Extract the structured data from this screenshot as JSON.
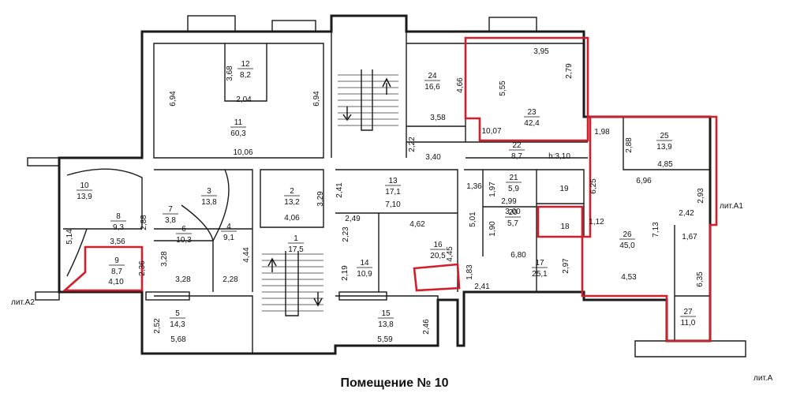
{
  "caption": "Помещение № 10",
  "colors": {
    "wall": "#1a1a1a",
    "highlight": "#d21e2b"
  },
  "litera": {
    "a2": "лит.А2",
    "a1": "лит.А1",
    "a": "лит.А"
  },
  "rooms": [
    {
      "n": "1",
      "area": "17,5"
    },
    {
      "n": "2",
      "area": "13,2"
    },
    {
      "n": "3",
      "area": "13,8"
    },
    {
      "n": "4",
      "area": "9,1"
    },
    {
      "n": "5",
      "area": "14,3"
    },
    {
      "n": "6",
      "area": "10,3"
    },
    {
      "n": "7",
      "area": "3,8"
    },
    {
      "n": "8",
      "area": "9,3"
    },
    {
      "n": "9",
      "area": "8,7"
    },
    {
      "n": "10",
      "area": "13,9"
    },
    {
      "n": "11",
      "area": "60,3"
    },
    {
      "n": "12",
      "area": "8,2"
    },
    {
      "n": "13",
      "area": "17,1"
    },
    {
      "n": "14",
      "area": "10,9"
    },
    {
      "n": "15",
      "area": "13,8"
    },
    {
      "n": "16",
      "area": "20,5"
    },
    {
      "n": "17",
      "area": "25,1"
    },
    {
      "n": "18",
      "area": ""
    },
    {
      "n": "19",
      "area": ""
    },
    {
      "n": "20",
      "area": "5,7"
    },
    {
      "n": "21",
      "area": "5,9"
    },
    {
      "n": "22",
      "area": "8,7"
    },
    {
      "n": "23",
      "area": "42,4"
    },
    {
      "n": "24",
      "area": "16,6"
    },
    {
      "n": "25",
      "area": "13,9"
    },
    {
      "n": "26",
      "area": "45,0"
    },
    {
      "n": "27",
      "area": "11,0"
    }
  ],
  "dimensions": [
    "3,68",
    "2,04",
    "6,94",
    "6,94",
    "10,06",
    "4,66",
    "3,58",
    "3,95",
    "2,79",
    "5,55",
    "10,07",
    "2,22",
    "3,40",
    "h:3,10",
    "1,98",
    "2,88",
    "4,85",
    "6,25",
    "6,96",
    "2,93",
    "5,14",
    "2,88",
    "3,56",
    "2,36",
    "4,10",
    "3,28",
    "3,28",
    "4,44",
    "2,28",
    "4,06",
    "3,29",
    "2,41",
    "7,10",
    "2,49",
    "4,62",
    "2,23",
    "2,19",
    "4,45",
    "1,36",
    "1,97",
    "2,99",
    "3,00",
    "5,01",
    "1,90",
    "6,80",
    "1,83",
    "2,41",
    "2,97",
    "1,12",
    "7,13",
    "2,42",
    "1,67",
    "4,53",
    "6,35",
    "2,52",
    "5,68",
    "2,46",
    "5,59"
  ]
}
